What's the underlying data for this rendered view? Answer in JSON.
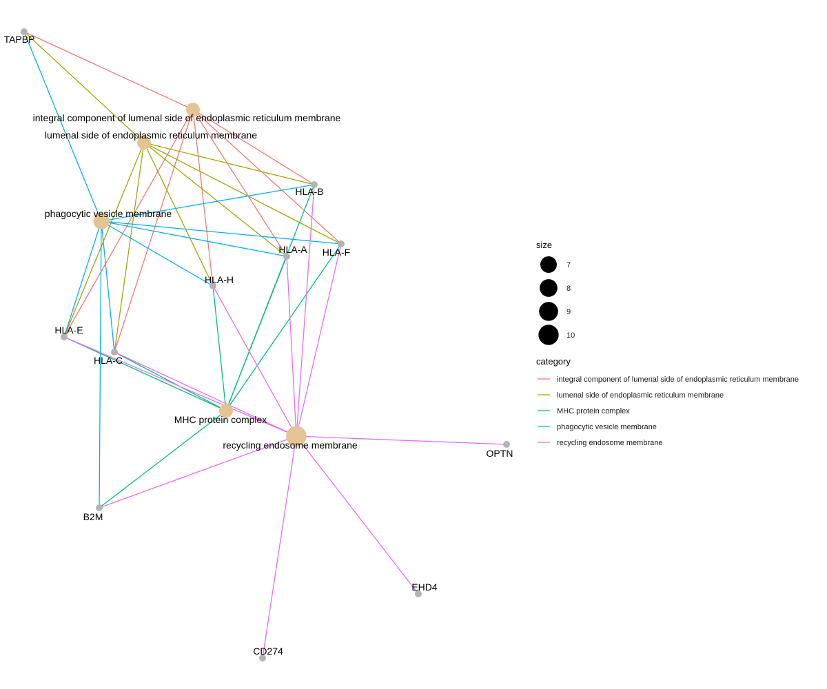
{
  "colors": {
    "integral": "#F8766D",
    "lumenal": "#A3A500",
    "mhc": "#00BF7D",
    "phago": "#00B0F6",
    "recycling": "#E76BF3",
    "category_node": "#E5C494",
    "gene_node": "#B3B3B3"
  },
  "category_nodes": [
    {
      "id": "integral",
      "label": "integral component of lumenal side of endoplasmic reticulum membrane",
      "size": 7
    },
    {
      "id": "lumenal",
      "label": "lumenal side of endoplasmic reticulum membrane",
      "size": 7
    },
    {
      "id": "phago",
      "label": "phagocytic vesicle membrane",
      "size": 8
    },
    {
      "id": "mhc",
      "label": "MHC protein complex",
      "size": 7
    },
    {
      "id": "recycling",
      "label": "recycling endosome membrane",
      "size": 10
    }
  ],
  "gene_nodes": [
    {
      "id": "TAPBP",
      "label": "TAPBP"
    },
    {
      "id": "HLA-B",
      "label": "HLA-B"
    },
    {
      "id": "HLA-F",
      "label": "HLA-F"
    },
    {
      "id": "HLA-A",
      "label": "HLA-A"
    },
    {
      "id": "HLA-H",
      "label": "HLA-H"
    },
    {
      "id": "HLA-E",
      "label": "HLA-E"
    },
    {
      "id": "HLA-C",
      "label": "HLA-C"
    },
    {
      "id": "B2M",
      "label": "B2M"
    },
    {
      "id": "OPTN",
      "label": "OPTN"
    },
    {
      "id": "EHD4",
      "label": "EHD4"
    },
    {
      "id": "CD274",
      "label": "CD274"
    }
  ],
  "edges": [
    {
      "from": "integral",
      "to": "TAPBP"
    },
    {
      "from": "integral",
      "to": "HLA-B"
    },
    {
      "from": "integral",
      "to": "HLA-F"
    },
    {
      "from": "integral",
      "to": "HLA-A"
    },
    {
      "from": "integral",
      "to": "HLA-H"
    },
    {
      "from": "integral",
      "to": "HLA-E"
    },
    {
      "from": "integral",
      "to": "HLA-C"
    },
    {
      "from": "lumenal",
      "to": "TAPBP"
    },
    {
      "from": "lumenal",
      "to": "HLA-B"
    },
    {
      "from": "lumenal",
      "to": "HLA-F"
    },
    {
      "from": "lumenal",
      "to": "HLA-A"
    },
    {
      "from": "lumenal",
      "to": "HLA-H"
    },
    {
      "from": "lumenal",
      "to": "HLA-E"
    },
    {
      "from": "lumenal",
      "to": "HLA-C"
    },
    {
      "from": "phago",
      "to": "TAPBP"
    },
    {
      "from": "phago",
      "to": "HLA-B"
    },
    {
      "from": "phago",
      "to": "HLA-F"
    },
    {
      "from": "phago",
      "to": "HLA-A"
    },
    {
      "from": "phago",
      "to": "HLA-H"
    },
    {
      "from": "phago",
      "to": "HLA-E"
    },
    {
      "from": "phago",
      "to": "HLA-C"
    },
    {
      "from": "phago",
      "to": "B2M"
    },
    {
      "from": "mhc",
      "to": "HLA-B"
    },
    {
      "from": "mhc",
      "to": "HLA-F"
    },
    {
      "from": "mhc",
      "to": "HLA-A"
    },
    {
      "from": "mhc",
      "to": "HLA-H"
    },
    {
      "from": "mhc",
      "to": "HLA-E"
    },
    {
      "from": "mhc",
      "to": "HLA-C"
    },
    {
      "from": "mhc",
      "to": "B2M"
    },
    {
      "from": "recycling",
      "to": "HLA-B"
    },
    {
      "from": "recycling",
      "to": "HLA-F"
    },
    {
      "from": "recycling",
      "to": "HLA-A"
    },
    {
      "from": "recycling",
      "to": "HLA-H"
    },
    {
      "from": "recycling",
      "to": "HLA-E"
    },
    {
      "from": "recycling",
      "to": "HLA-C"
    },
    {
      "from": "recycling",
      "to": "B2M"
    },
    {
      "from": "recycling",
      "to": "OPTN"
    },
    {
      "from": "recycling",
      "to": "EHD4"
    },
    {
      "from": "recycling",
      "to": "CD274"
    }
  ],
  "legend": {
    "size_title": "size",
    "size_items": [
      {
        "label": "7",
        "value": 7
      },
      {
        "label": "8",
        "value": 8
      },
      {
        "label": "9",
        "value": 9
      },
      {
        "label": "10",
        "value": 10
      }
    ],
    "category_title": "category",
    "category_items": [
      {
        "id": "integral",
        "label": "integral component of lumenal side of endoplasmic reticulum membrane"
      },
      {
        "id": "lumenal",
        "label": "lumenal side of endoplasmic reticulum membrane"
      },
      {
        "id": "mhc",
        "label": "MHC protein complex"
      },
      {
        "id": "phago",
        "label": "phagocytic vesicle membrane"
      },
      {
        "id": "recycling",
        "label": "recycling endosome membrane"
      }
    ]
  }
}
